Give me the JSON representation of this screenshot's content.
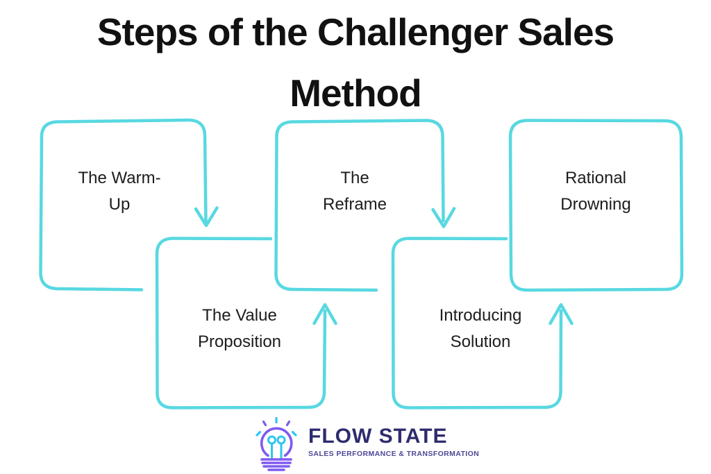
{
  "title": {
    "line1": "Steps of the Challenger Sales",
    "line2": "Method"
  },
  "steps": [
    {
      "name": "The Warm-Up",
      "row": "top",
      "label_lines": [
        "The Warm-",
        "Up"
      ]
    },
    {
      "name": "The Value Proposition",
      "row": "bottom",
      "label_lines": [
        "The Value",
        "Proposition"
      ]
    },
    {
      "name": "The Reframe",
      "row": "top",
      "label_lines": [
        "The",
        "Reframe"
      ]
    },
    {
      "name": "Introducing Solution",
      "row": "bottom",
      "label_lines": [
        "Introducing",
        "Solution"
      ]
    },
    {
      "name": "Rational Drowning",
      "row": "top",
      "label_lines": [
        "Rational",
        "Drowning"
      ]
    }
  ],
  "arrows": [
    {
      "from": "The Warm-Up",
      "to": "The Value Proposition",
      "direction": "down"
    },
    {
      "from": "The Value Proposition",
      "to": "The Reframe",
      "direction": "up"
    },
    {
      "from": "The Reframe",
      "to": "Introducing Solution",
      "direction": "down"
    },
    {
      "from": "Introducing Solution",
      "to": "Rational Drowning",
      "direction": "up"
    }
  ],
  "footer": {
    "brand": "FLOW STATE",
    "tagline": "SALES PERFORMANCE & TRANSFORMATION",
    "icon": "lightbulb-icon"
  },
  "colors": {
    "background": "#ffffff",
    "box_stroke": "#58d8e1",
    "title_text": "#111111",
    "label_text": "#1c1c1c",
    "brand_text": "#2e2c6e",
    "tagline_text": "#4e4896",
    "icon_purple": "#7e5af0",
    "icon_cyan": "#2bc6f0"
  }
}
